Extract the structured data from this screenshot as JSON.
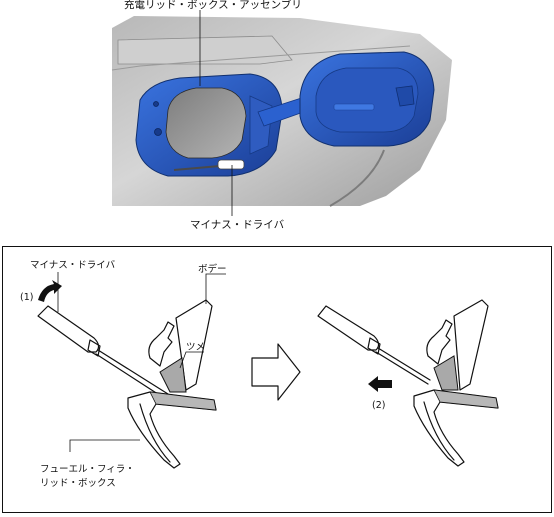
{
  "top_figure": {
    "label_charge_lid_box": "充電リッド・ボックス・アッセンブリ",
    "label_screwdriver": "マイナス・ドライバ",
    "colors": {
      "lid_blue": "#2f63c8",
      "lid_blue_dark": "#1c3f8f",
      "car_body_grey": "#c9c9c9",
      "opening_grey": "#9a9a9a"
    }
  },
  "bottom_figure": {
    "label_screwdriver": "マイナス・ドライバ",
    "label_body": "ボデー",
    "label_tab": "ツメ",
    "label_fuel_filler_box_line1": "フューエル・フィラ・",
    "label_fuel_filler_box_line2": "リッド・ボックス",
    "step1": "(1)",
    "step2": "(2)"
  }
}
